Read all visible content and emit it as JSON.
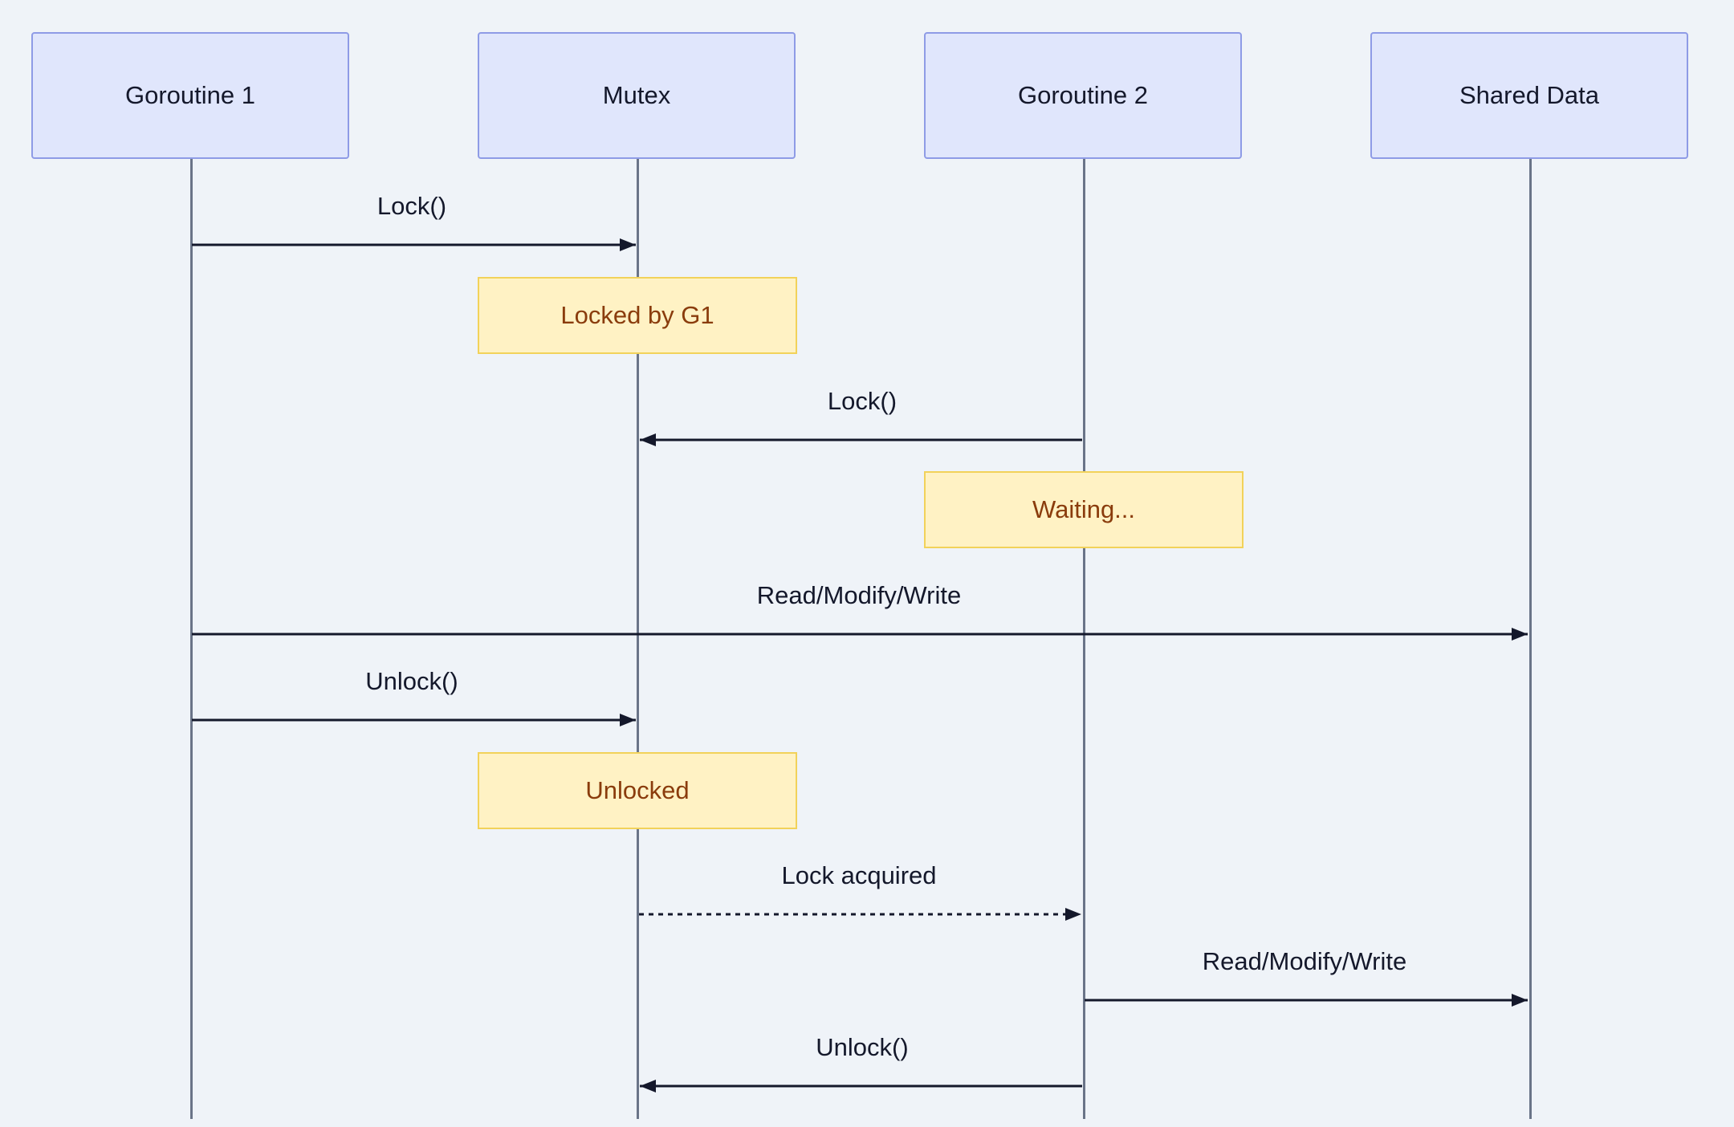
{
  "diagram": {
    "type": "sequence",
    "actors": [
      {
        "id": "g1",
        "label": "Goroutine 1"
      },
      {
        "id": "mutex",
        "label": "Mutex"
      },
      {
        "id": "g2",
        "label": "Goroutine 2"
      },
      {
        "id": "shared",
        "label": "Shared Data"
      }
    ],
    "messages": [
      {
        "from": "g1",
        "to": "mutex",
        "label": "Lock()",
        "style": "solid"
      },
      {
        "from": "g2",
        "to": "mutex",
        "label": "Lock()",
        "style": "solid"
      },
      {
        "from": "g1",
        "to": "shared",
        "label": "Read/Modify/Write",
        "style": "solid"
      },
      {
        "from": "g1",
        "to": "mutex",
        "label": "Unlock()",
        "style": "solid"
      },
      {
        "from": "mutex",
        "to": "g2",
        "label": "Lock acquired",
        "style": "dashed"
      },
      {
        "from": "g2",
        "to": "shared",
        "label": "Read/Modify/Write",
        "style": "solid"
      },
      {
        "from": "g2",
        "to": "mutex",
        "label": "Unlock()",
        "style": "solid"
      }
    ],
    "notes": [
      {
        "over": "mutex",
        "text": "Locked by G1"
      },
      {
        "over": "g2",
        "text": "Waiting..."
      },
      {
        "over": "mutex",
        "text": "Unlocked"
      }
    ],
    "colors": {
      "actor_fill": "#e0e6fc",
      "actor_border": "#8e9be6",
      "note_fill": "#fff2c4",
      "note_border": "#f2d25a",
      "note_text": "#8a3c0c",
      "arrow": "#14182b",
      "background": "#eff3f8"
    }
  }
}
